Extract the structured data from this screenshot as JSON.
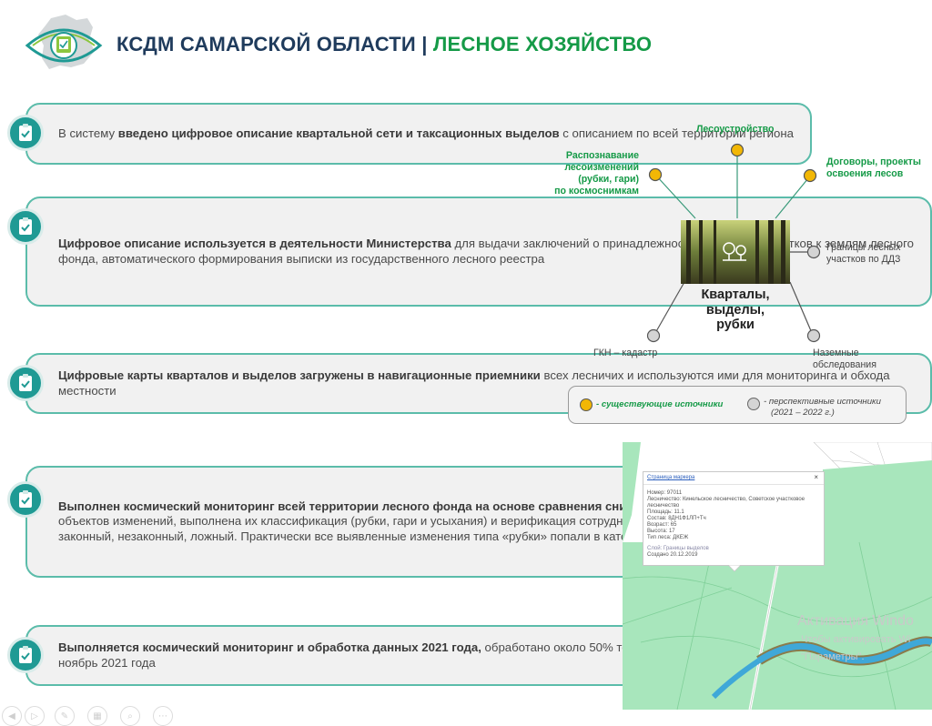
{
  "header": {
    "title_main": "КСДМ САМАРСКОЙ ОБЛАСТИ",
    "title_sep": " | ",
    "title_accent": "ЛЕСНОЕ ХОЗЯЙСТВО"
  },
  "colors": {
    "navy": "#1f3b5c",
    "green": "#159a47",
    "teal": "#1f9a94",
    "card_border": "#5bbcaa",
    "yellow": "#f2b705"
  },
  "cards": [
    {
      "pre": "В систему ",
      "bold": "введено цифровое описание квартальной сети и таксационных выделов",
      "post": " с описанием по всей территории региона",
      "icon": "clipboard-check-icon"
    },
    {
      "pre": "",
      "bold": "Цифровое описание используется в деятельности Министерства",
      "post": " для выдачи заключений о принадлежности земельных участков к землям лесного фонда, автоматического формирования выписки из государственного лесного реестра",
      "icon": "clipboard-check-icon"
    },
    {
      "pre": "",
      "bold": "Цифровые карты кварталов и выделов загружены в навигационные приемники",
      "post": " всех лесничих и используются ими для мониторинга и обхода местности",
      "icon": "clipboard-check-icon"
    },
    {
      "pre": "",
      "bold": "Выполнен космический мониторинг всей территории лесного фонда на основе сравнения снимков за 2019 и 2020 годы,",
      "post": " выявлено более 200 объектов изменений, выполнена их классификация (рубки, гари и усыхания) и верификация сотрудниками Минлесхоза с определением их статуса – законный, незаконный, ложный. Практически все выявленные изменения типа «рубки» попали в категорию «законный»",
      "icon": "clipboard-check-icon"
    },
    {
      "pre": "",
      "bold": "Выполняется космический мониторинг и обработка данных 2021 года,",
      "post": " обработано около 50% территории, ориентировочный срок окончания – ноябрь 2021 года",
      "icon": "clipboard-check-icon"
    }
  ],
  "diagram": {
    "center_label": "Кварталы,\nвыделы,\nрубки",
    "top": "Лесоустройство",
    "left_top": "Распознавание\nлесоизменений\n(рубки, гари)\nпо космоснимкам",
    "right_top": "Договоры, проекты\nосвоения лесов",
    "right": "Границы лесных\nучастков по ДДЗ",
    "bottom_left": "ГКН – кадастр",
    "bottom_right": "Наземные\nобследования"
  },
  "legend": {
    "existing": "- существующие источники",
    "future": "- перспективные источники",
    "future_years": "(2021 – 2022 г.)"
  },
  "popup": {
    "title": "Страница маркера",
    "close": "×",
    "lines": [
      "Номер: 97011",
      "Лесничество: Кинельское лесничество, Советское участковое",
      "лесничество",
      "Площадь: 11.1",
      "Состав: 8ДН1Ф1ЛП+Тч",
      "Возраст: 65",
      "Высота: 17",
      "Тип леса: ДКЕЖ"
    ],
    "footer1": "Слой: Границы выделов",
    "footer2": "Создано 20.12.2019"
  },
  "watermark": {
    "line1": "Активация Windo",
    "line2": "Чтобы активировать Wi",
    "line3": "\"Параметры\"."
  }
}
